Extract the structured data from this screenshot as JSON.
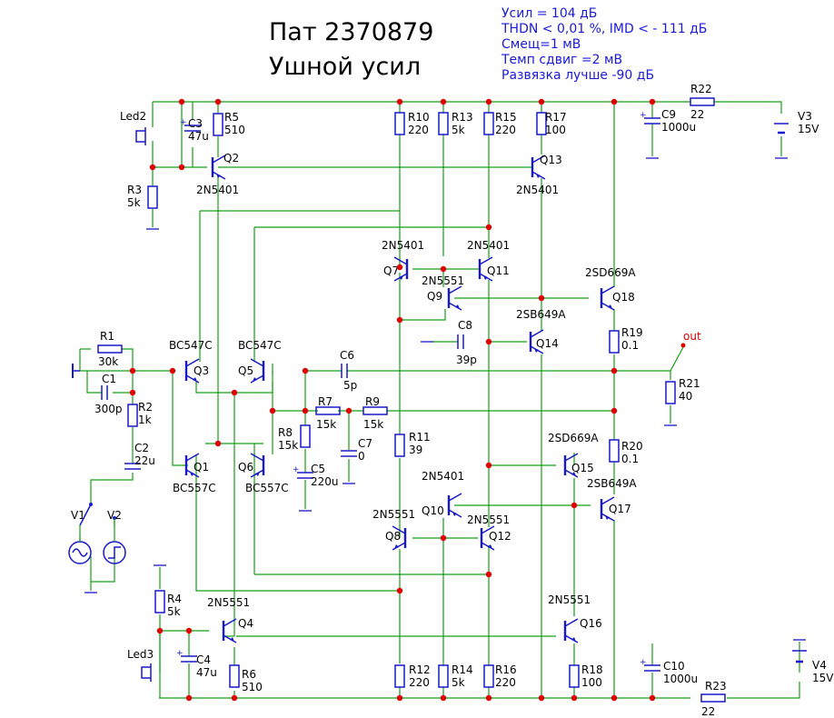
{
  "title": {
    "line1": "Пат 2370879",
    "line2": "Ушной усил"
  },
  "specs": [
    "Усил = 104 дБ",
    "THDN < 0,01 %, IMD < - 111 дБ",
    "Смещ=1 мВ",
    "Темп сдвиг =2 мВ",
    "Развязка лучше -90 дБ"
  ],
  "colors": {
    "wire": "#14a014",
    "component": "#1818c8",
    "node": "#e00000",
    "out_label": "#e00000",
    "spec_text": "#1a1ad8"
  },
  "components": {
    "resistors": [
      {
        "ref": "R1",
        "value": "30k"
      },
      {
        "ref": "R2",
        "value": "1k"
      },
      {
        "ref": "R3",
        "value": "5k"
      },
      {
        "ref": "R4",
        "value": "5k"
      },
      {
        "ref": "R5",
        "value": "510"
      },
      {
        "ref": "R6",
        "value": "510"
      },
      {
        "ref": "R7",
        "value": "15k"
      },
      {
        "ref": "R8",
        "value": "15k"
      },
      {
        "ref": "R9",
        "value": "15k"
      },
      {
        "ref": "R10",
        "value": "220"
      },
      {
        "ref": "R11",
        "value": "39"
      },
      {
        "ref": "R12",
        "value": "220"
      },
      {
        "ref": "R13",
        "value": "5k"
      },
      {
        "ref": "R14",
        "value": "5k"
      },
      {
        "ref": "R15",
        "value": "220"
      },
      {
        "ref": "R16",
        "value": "220"
      },
      {
        "ref": "R17",
        "value": "100"
      },
      {
        "ref": "R18",
        "value": "100"
      },
      {
        "ref": "R19",
        "value": "0.1"
      },
      {
        "ref": "R20",
        "value": "0.1"
      },
      {
        "ref": "R21",
        "value": "40"
      },
      {
        "ref": "R22",
        "value": "22"
      },
      {
        "ref": "R23",
        "value": "22"
      }
    ],
    "capacitors": [
      {
        "ref": "C1",
        "value": "300p"
      },
      {
        "ref": "C2",
        "value": "22u"
      },
      {
        "ref": "C3",
        "value": "47u"
      },
      {
        "ref": "C4",
        "value": "47u"
      },
      {
        "ref": "C5",
        "value": "220u"
      },
      {
        "ref": "C6",
        "value": "5p"
      },
      {
        "ref": "C7",
        "value": "0"
      },
      {
        "ref": "C8",
        "value": "39p"
      },
      {
        "ref": "C9",
        "value": "1000u"
      },
      {
        "ref": "C10",
        "value": "1000u"
      }
    ],
    "transistors": [
      {
        "ref": "Q1",
        "part": "BC557C"
      },
      {
        "ref": "Q2",
        "part": "2N5401"
      },
      {
        "ref": "Q3",
        "part": "BC547C"
      },
      {
        "ref": "Q4",
        "part": "2N5551"
      },
      {
        "ref": "Q5",
        "part": "BC547C"
      },
      {
        "ref": "Q6",
        "part": "BC557C"
      },
      {
        "ref": "Q7",
        "part": "2N5401"
      },
      {
        "ref": "Q8",
        "part": "2N5551"
      },
      {
        "ref": "Q9",
        "part": "2N5551"
      },
      {
        "ref": "Q10",
        "part": "2N5401"
      },
      {
        "ref": "Q11",
        "part": "2N5401"
      },
      {
        "ref": "Q12",
        "part": "2N5551"
      },
      {
        "ref": "Q13",
        "part": "2N5401"
      },
      {
        "ref": "Q14",
        "part": "2SB649A"
      },
      {
        "ref": "Q15",
        "part": "2SD669A"
      },
      {
        "ref": "Q16",
        "part": "2N5551"
      },
      {
        "ref": "Q17",
        "part": "2SB649A"
      },
      {
        "ref": "Q18",
        "part": "2SD669A"
      }
    ],
    "sources": [
      {
        "ref": "V1"
      },
      {
        "ref": "V2"
      },
      {
        "ref": "V3",
        "value": "15V"
      },
      {
        "ref": "V4",
        "value": "15V"
      }
    ],
    "leds": [
      {
        "ref": "Led2"
      },
      {
        "ref": "Led3"
      }
    ],
    "output_label": "out"
  }
}
